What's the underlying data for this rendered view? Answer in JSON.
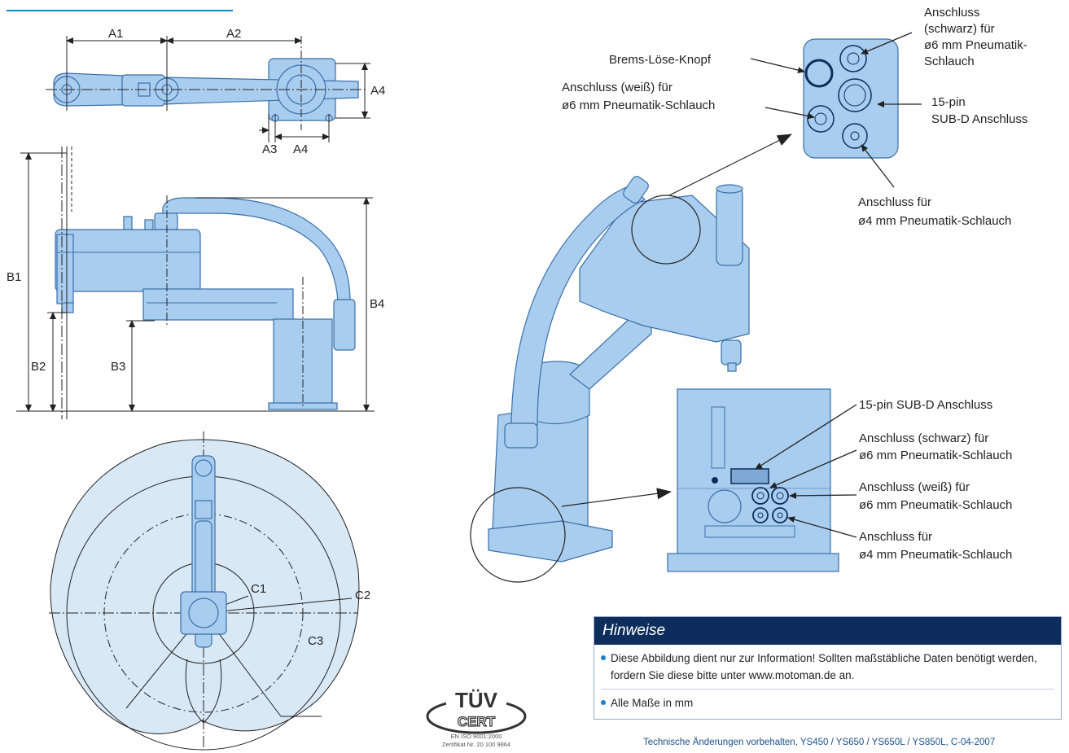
{
  "dimensions": {
    "a1": "A1",
    "a2": "A2",
    "a3": "A3",
    "a4": "A4",
    "b1": "B1",
    "b2": "B2",
    "b3": "B3",
    "b4": "B4",
    "c1": "C1",
    "c2": "C2",
    "c3": "C3"
  },
  "callouts": {
    "brake": "Brems-Löse-Knopf",
    "black_top": [
      "Anschluss",
      "(schwarz) für",
      "ø6 mm Pneumatik-",
      "Schlauch"
    ],
    "white_top": [
      "Anschluss (weiß) für",
      "ø6 mm Pneumatik-Schlauch"
    ],
    "subd_top": [
      "15-pin",
      "SUB-D Anschluss"
    ],
    "p4_top": [
      "Anschluss für",
      "ø4 mm Pneumatik-Schlauch"
    ],
    "subd_base": "15-pin SUB-D Anschluss",
    "black_base": [
      "Anschluss (schwarz) für",
      "ø6 mm Pneumatik-Schlauch"
    ],
    "white_base": [
      "Anschluss (weiß) für",
      "ø6 mm Pneumatik-Schlauch"
    ],
    "p4_base": [
      "Anschluss für",
      "ø4 mm Pneumatik-Schlauch"
    ]
  },
  "notes": {
    "title": "Hinweise",
    "items": [
      "Diese Abbildung dient nur zur Information! Sollten maßstäbliche Daten benötigt werden, fordern Sie diese bitte unter www.motoman.de an.",
      "Alle Maße in mm"
    ]
  },
  "certification": {
    "logo_text_1": "TÜV",
    "logo_text_2": "CERT",
    "line1": "EN ISO 9001:2000",
    "line2": "Zertifikat Nr. 20 100 9864"
  },
  "footer": "Technische Änderungen vorbehalten, YS450 / YS650 / YS650L / YS850L, C-04-2007",
  "colors": {
    "robot_fill": "#a9cdee",
    "robot_stroke": "#3b6fa8",
    "work_area": "#d9e8f5",
    "navy": "#0d2d5c",
    "accent": "#1a82c4"
  }
}
